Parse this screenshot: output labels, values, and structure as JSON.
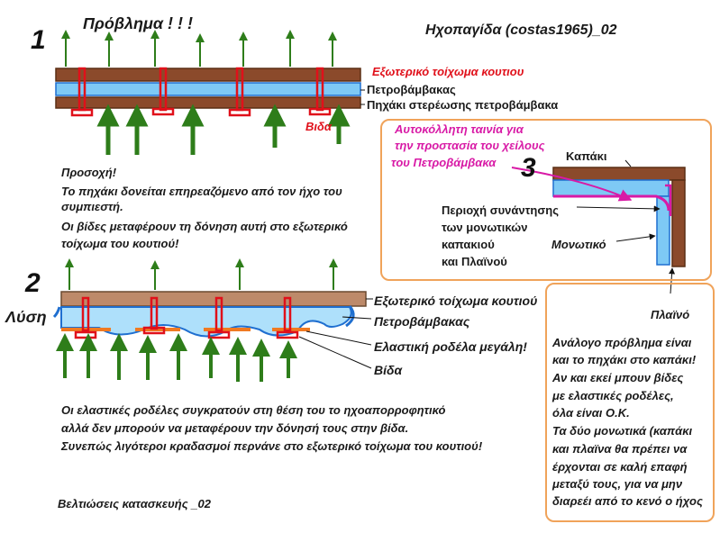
{
  "header": {
    "num1": "1",
    "problem": "Πρόβλημα ! ! !",
    "doc_title": "Ηχοπαγίδα (costas1965)_02"
  },
  "section1": {
    "label_outer_wall": "Εξωτερικό τοίχωμα κουτιου",
    "label_rockwool": "Πετροβάμβακας",
    "label_fix_clay": "Πηχάκι στερέωσης πετροβάμβακα",
    "label_screw": "Βιδα",
    "note": [
      "Προσοχή!",
      "Το πηχάκι δονείται επηρεαζόμενο από τον ήχο του",
      "συμπιεστή.",
      "Οι βίδες μεταφέρουν τη δόνηση αυτή στο εξωτερικό",
      "τοίχωμα του κουτιού!"
    ]
  },
  "section2": {
    "num2": "2",
    "solution": "Λύση",
    "label_outer_wall": "Εξωτερικό τοίχωμα κουτιού",
    "label_rockwool": "Πετροβάμβακας",
    "label_washer": "Ελαστική ροδέλα μεγάλη!",
    "label_screw": "Βίδα",
    "note": [
      "Οι ελαστικές ροδέλες συγκρατούν στη θέση του το ηχοαπορροφητικό",
      "αλλά δεν μπορούν να μεταφέρουν την δόνησή τους στην βίδα.",
      "Συνεπώς  λιγότεροι κραδασμοί περνάνε στο εξωτερικό τοίχωμα του κουτιού!"
    ]
  },
  "section3": {
    "num3": "3",
    "tape_label": [
      "Αυτοκόλλητη ταινία για",
      "την προστασία του χείλους",
      "του Πετροβάμβακα"
    ],
    "lid": "Καπάκι",
    "meeting_area": [
      "Περιοχή συνάντησης",
      "των μονωτικών",
      "καπακιού",
      "και Πλαϊνού"
    ],
    "insulation": "Μονωτικό",
    "side": "Πλαϊνό",
    "note": [
      "Ανάλογο πρόβλημα είναι",
      "και το πηχάκι στο καπάκι!",
      "Αν και εκεί μπουν βίδες",
      "με ελαστικές ροδέλες,",
      "όλα είναι Ο.Κ.",
      "Τα δύο μονωτικά (καπάκι",
      "και πλαϊνα θα πρέπει να",
      "έρχονται σε καλή επαφή",
      "μεταξύ τους, για να μην",
      "διαρεέι από το κενό ο ήχος"
    ]
  },
  "footer": {
    "caption": "Βελτιώσεις κατασκευής _02"
  },
  "colors": {
    "wood": "#8b4a2b",
    "wood_border": "#5a2e14",
    "wool": "#7ec9f5",
    "wool_border": "#1f6fd0",
    "screw": "#e0101a",
    "arrow": "#2e7d1a",
    "washer": "#f07a22",
    "tape": "#d81aa6",
    "box": "#f0a35a"
  }
}
